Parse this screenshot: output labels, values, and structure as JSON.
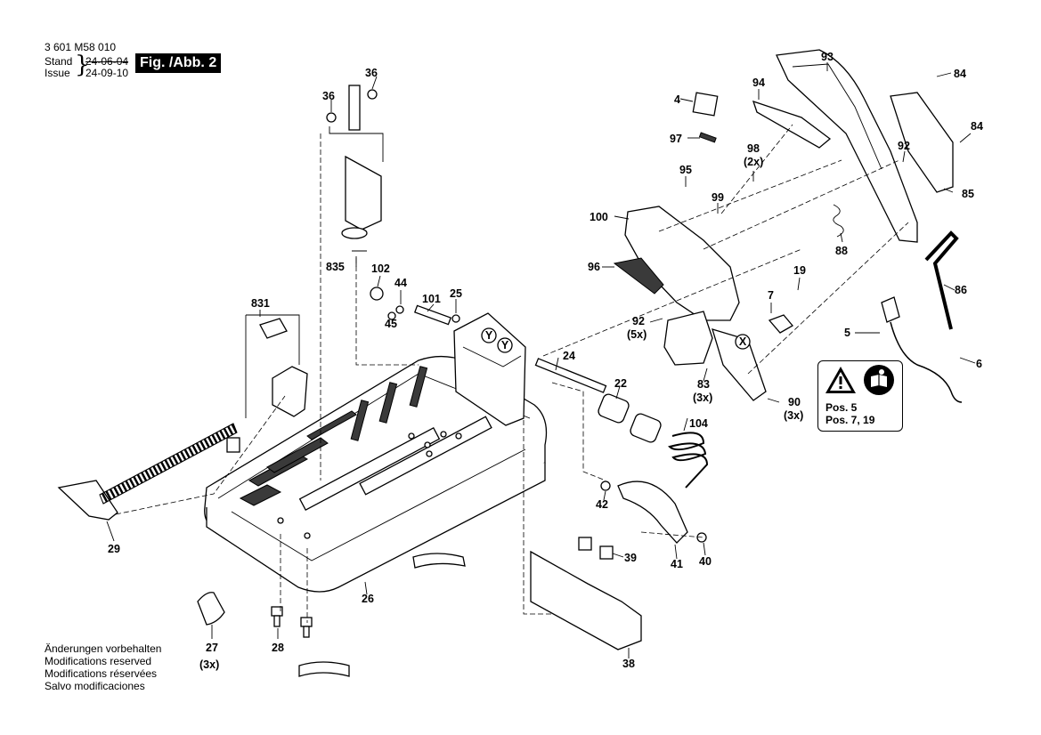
{
  "header": {
    "doc_number": "3 601 M58 010",
    "stand_label": "Stand",
    "stand_date": "24-06-04",
    "issue_label": "Issue",
    "issue_date": "24-09-10",
    "figure_label": "Fig. /Abb. 2"
  },
  "footer": {
    "lines": [
      "Änderungen vorbehalten",
      "Modifications reserved",
      "Modifications réservées",
      "Salvo modificaciones"
    ]
  },
  "warning_box": {
    "icons": [
      "warning-triangle-icon",
      "read-manual-icon"
    ],
    "lines": [
      "Pos. 5",
      "Pos. 7, 19"
    ]
  },
  "callouts": {
    "c4": "4",
    "c36a": "36",
    "c36b": "36",
    "c835": "835",
    "c831": "831",
    "c102": "102",
    "c44": "44",
    "c45": "45",
    "c101": "101",
    "c25": "25",
    "c29": "29",
    "c24": "24",
    "c22": "22",
    "c104": "104",
    "c42": "42",
    "c41": "41",
    "c40": "40",
    "c39": "39",
    "c38": "38",
    "c26": "26",
    "c27": "27",
    "c27q": "(3x)",
    "c28": "28",
    "c93": "93",
    "c94": "94",
    "c84a": "84",
    "c84b": "84",
    "c85": "85",
    "c92a": "92",
    "c97": "97",
    "c98": "98",
    "c98q": "(2x)",
    "c95": "95",
    "c99": "99",
    "c100": "100",
    "c96": "96",
    "c88": "88",
    "c86": "86",
    "c19": "19",
    "c7": "7",
    "c92b": "92",
    "c92bq": "(5x)",
    "c5": "5",
    "c6": "6",
    "c83": "83",
    "c83q": "(3x)",
    "c90": "90",
    "c90q": "(3x)",
    "cX": "X",
    "cY1": "Y",
    "cY2": "Y"
  }
}
